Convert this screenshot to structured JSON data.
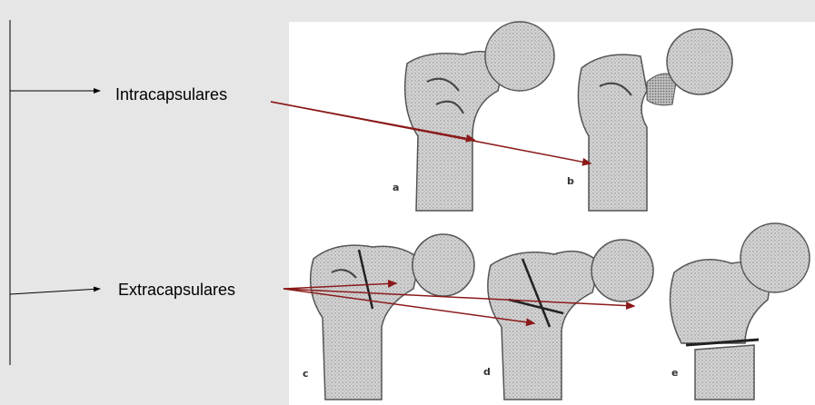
{
  "labels": {
    "intracapsular": "Intracapsulares",
    "extracapsular": "Extracapsulares"
  },
  "figure_letters": [
    "a",
    "b",
    "c",
    "d",
    "e"
  ],
  "colors": {
    "background": "#e6e6e6",
    "panel": "#ffffff",
    "bracket_line": "#000000",
    "pointer_arrow": "#8b1a1a",
    "bone_fill": "#d9d9d9",
    "bone_stroke": "#555555"
  }
}
